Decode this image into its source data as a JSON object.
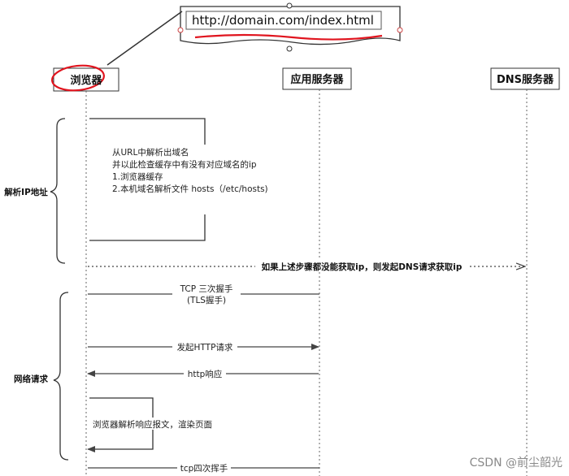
{
  "url_box": {
    "text": "http://domain.com/index.html"
  },
  "actors": {
    "browser": "浏览器",
    "app_server": "应用服务器",
    "dns_server": "DNS服务器"
  },
  "groups": {
    "resolve_ip": "解析IP地址",
    "network_request": "网络请求"
  },
  "notes": {
    "parse_lines": [
      "从URL中解析出域名",
      "并以此检查缓存中有没有对应域名的ip",
      "1.浏览器缓存",
      "2.本机域名解析文件 hosts（/etc/hosts)"
    ],
    "dns_request": "如果上述步骤都没能获取ip，则发起DNS请求获取ip"
  },
  "messages": {
    "tcp_handshake": "TCP 三次握手",
    "tls_handshake": "(TLS握手)",
    "http_request": "发起HTTP请求",
    "http_response": "http响应",
    "render": "浏览器解析响应报文，渲染页面",
    "tcp_wave": "tcp四次挥手"
  },
  "watermark": "CSDN @前尘韶光",
  "colors": {
    "line": "#444444",
    "red_annotation": "#e0141e",
    "handle_red": "#e05050"
  }
}
